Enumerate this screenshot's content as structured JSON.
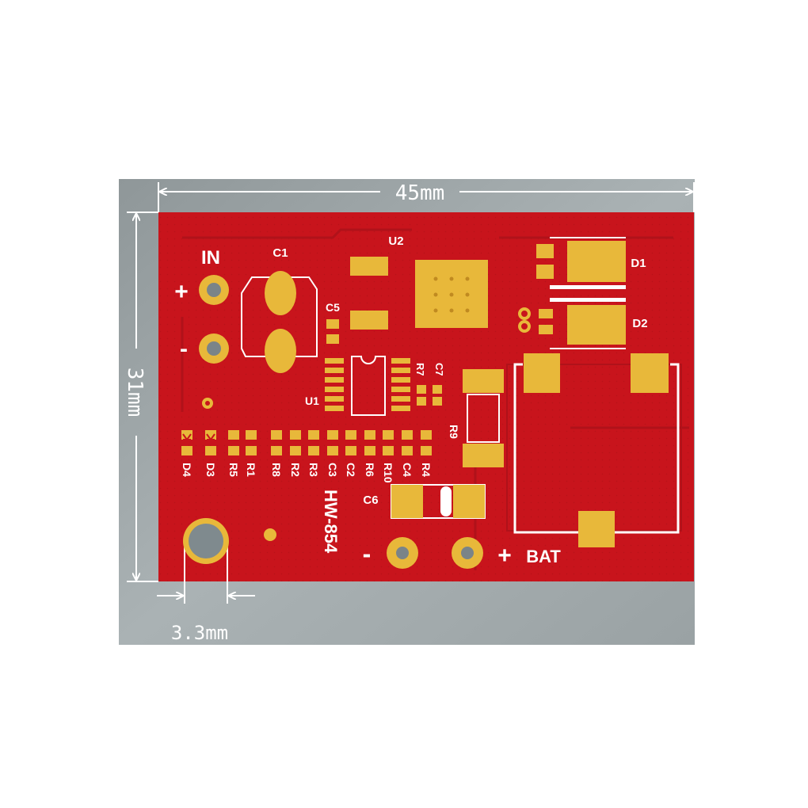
{
  "dimensions": {
    "width_label": "45mm",
    "height_label": "31mm",
    "hole_label": "3.3mm"
  },
  "board": {
    "model": "HW-854",
    "colors": {
      "pcb": "#c8141c",
      "pad": "#e8b83a",
      "silkscreen": "#ffffff",
      "background": "#9aa3a6"
    },
    "labels": {
      "in": "IN",
      "in_plus": "+",
      "in_minus": "-",
      "bat_plus": "+",
      "bat": "BAT",
      "bat_minus": "-",
      "c1": "C1",
      "c5": "C5",
      "u1": "U1",
      "u2": "U2",
      "d1": "D1",
      "d2": "D2",
      "r7": "R7",
      "c7": "C7",
      "r9": "R9",
      "c6": "C6"
    },
    "bottom_row": [
      "D4",
      "D3",
      "R5",
      "R1",
      "R8",
      "R2",
      "R3",
      "C3",
      "C2",
      "R6",
      "R10",
      "C4",
      "R4"
    ]
  }
}
